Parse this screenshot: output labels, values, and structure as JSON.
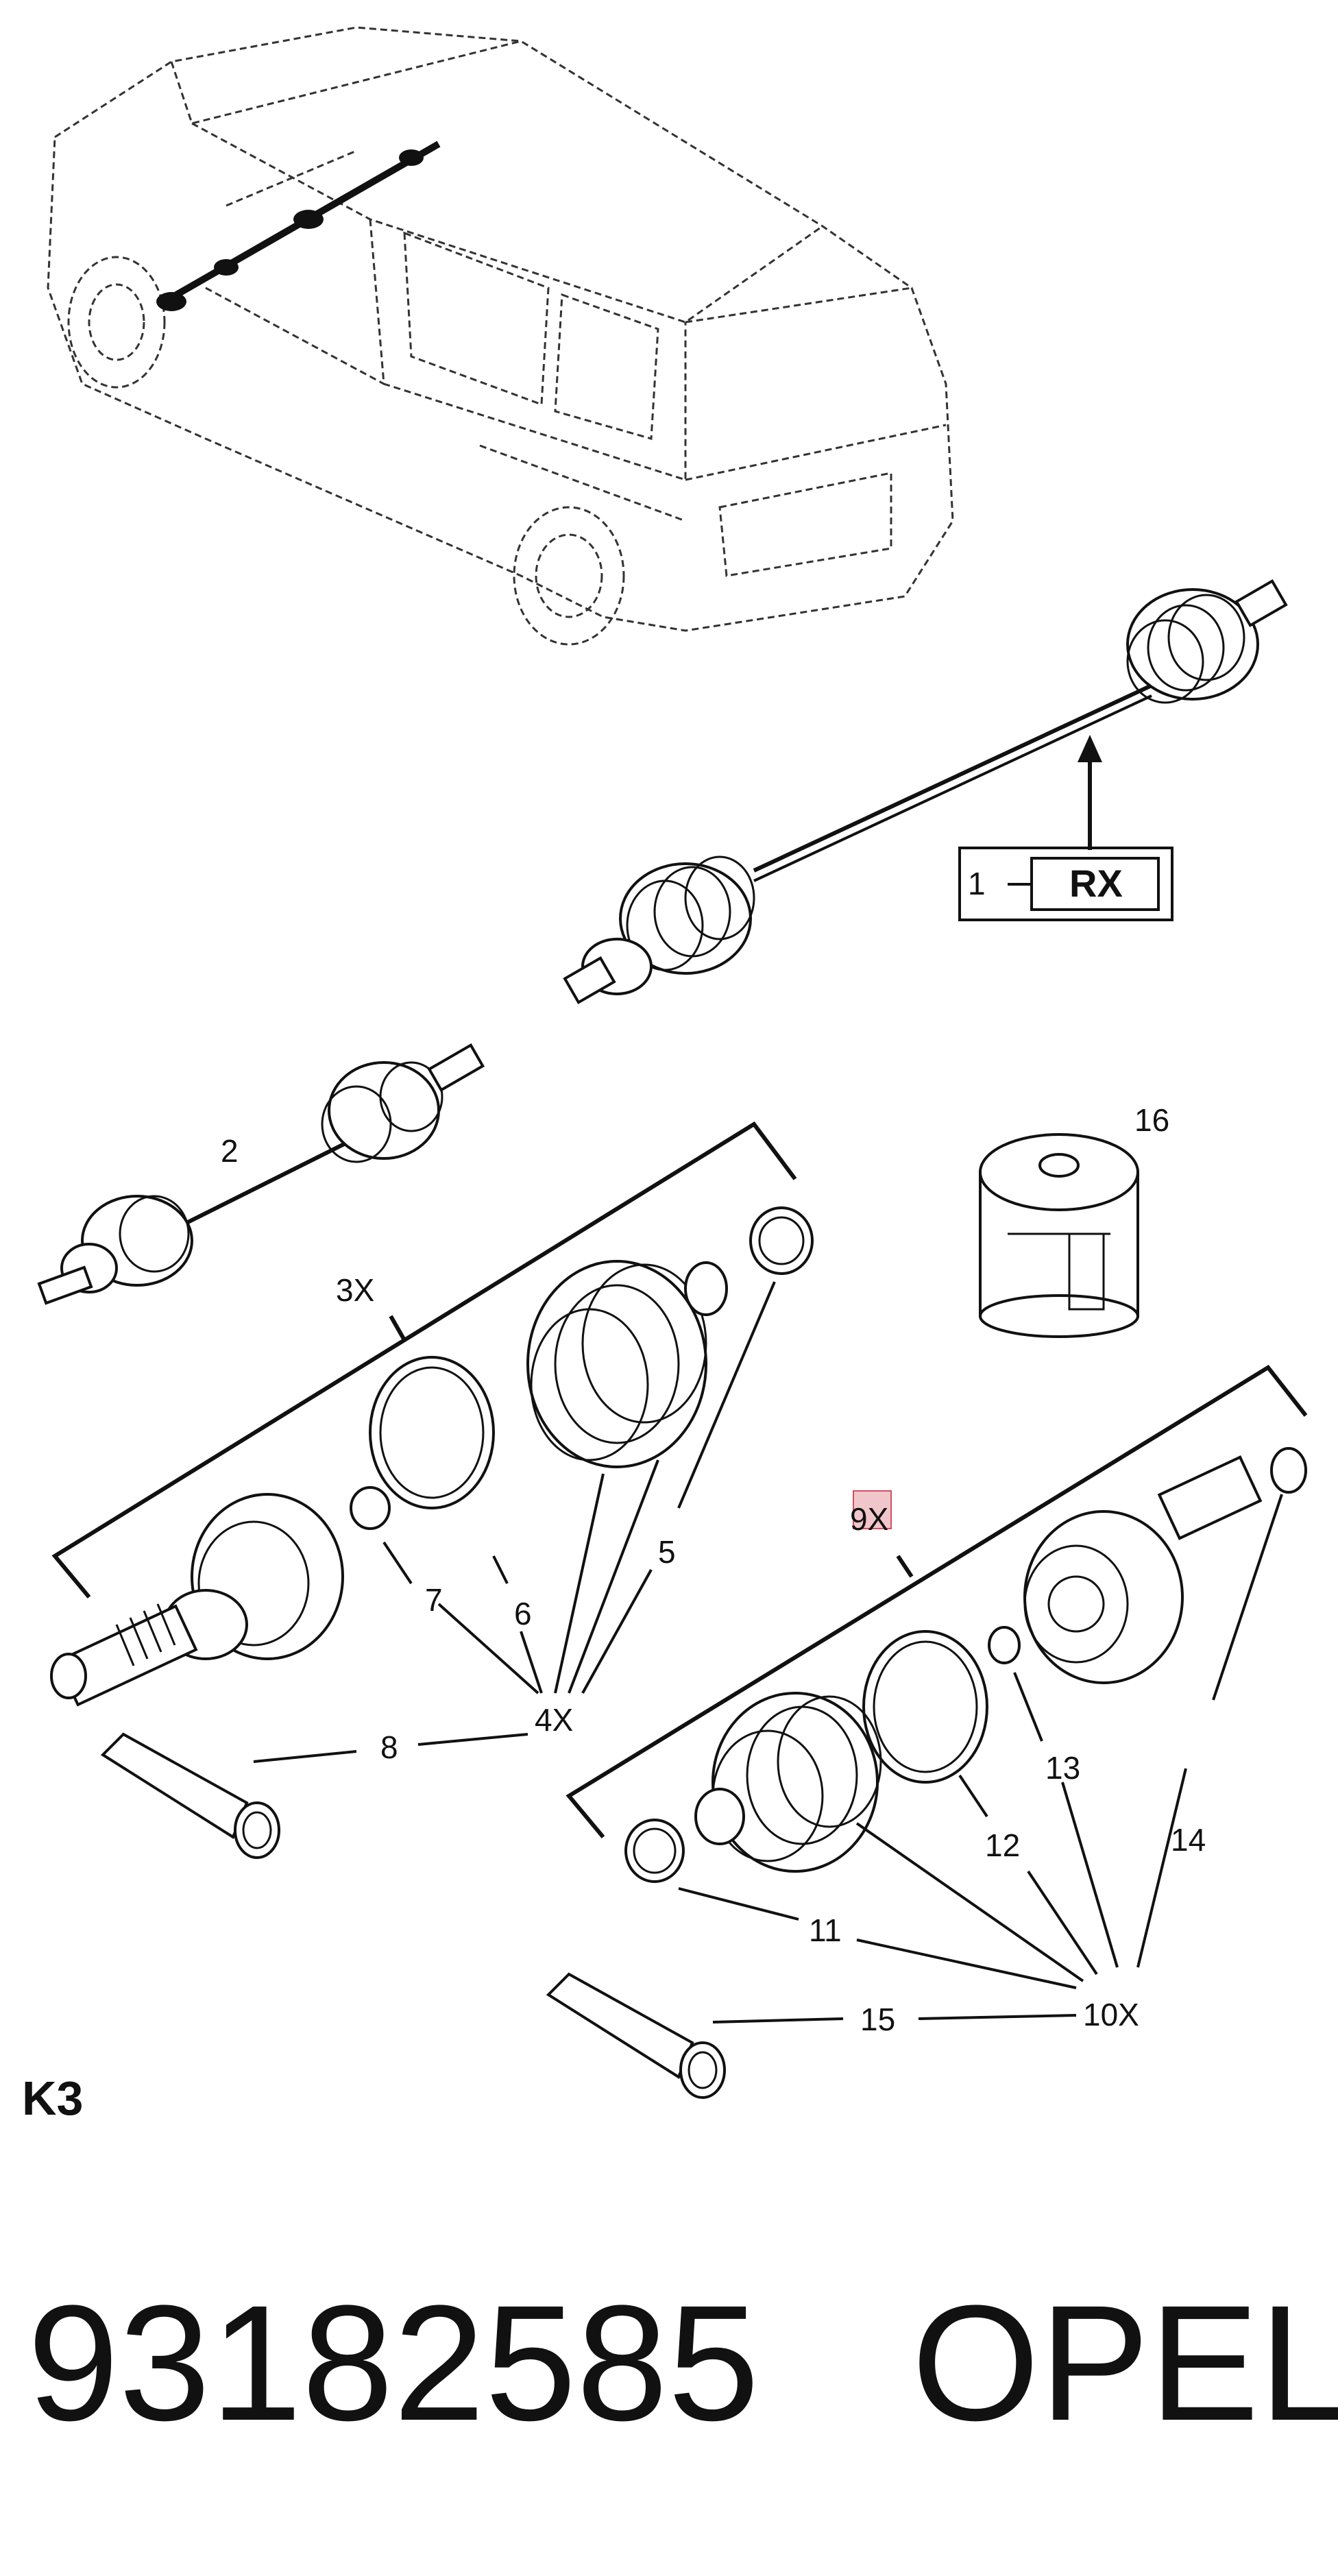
{
  "callouts": {
    "c1": "1",
    "c1_box": "RX",
    "c2": "2",
    "c3x": "3X",
    "c4x": "4X",
    "c5": "5",
    "c6": "6",
    "c7": "7",
    "c8": "8",
    "c9x": "9X",
    "c10x": "10X",
    "c11": "11",
    "c12": "12",
    "c13": "13",
    "c14": "14",
    "c15": "15",
    "c16": "16"
  },
  "section_code": "K3",
  "part_number": "93182585",
  "brand": "OPEL",
  "highlight_color": "#e8a0a8"
}
